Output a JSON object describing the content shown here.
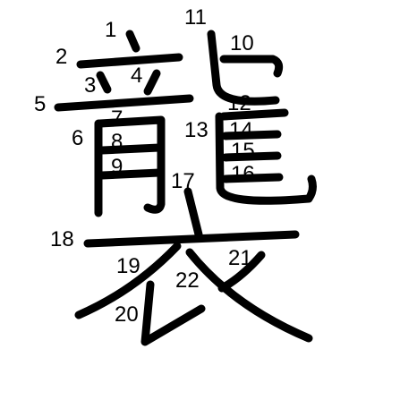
{
  "figure": {
    "character": "襲",
    "stroke_color": "#000000",
    "background": "#ffffff",
    "stroke_numbers": [
      "1",
      "2",
      "3",
      "4",
      "5",
      "6",
      "7",
      "8",
      "9",
      "10",
      "11",
      "12",
      "13",
      "14",
      "15",
      "16",
      "17",
      "18",
      "19",
      "20",
      "21",
      "22"
    ]
  }
}
